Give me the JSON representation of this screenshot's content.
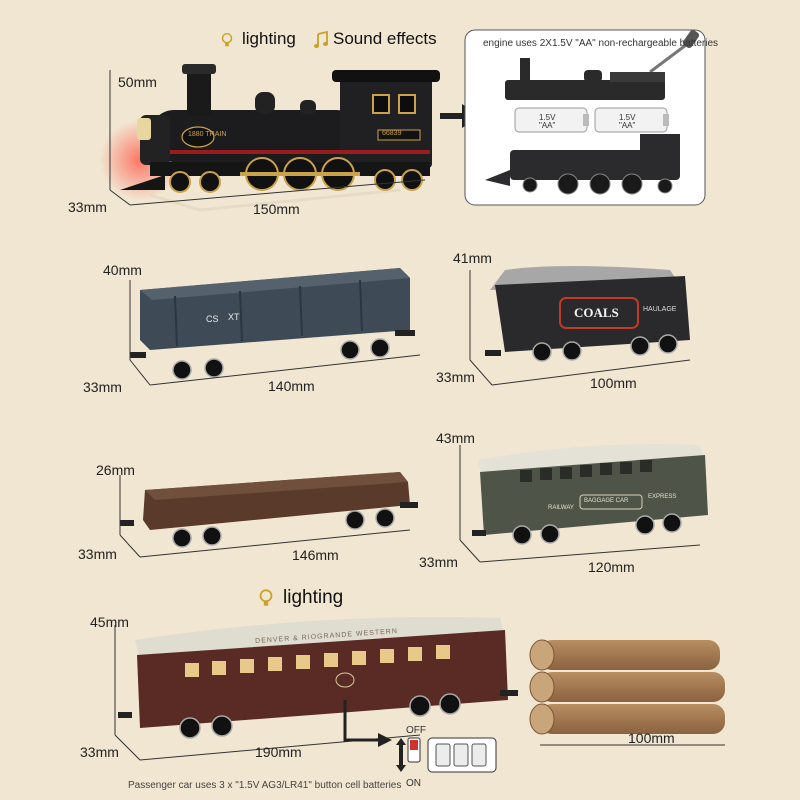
{
  "features": {
    "lighting": "lighting",
    "sound": "Sound effects",
    "lighting_lower": "lighting"
  },
  "battery_box": {
    "title": "engine uses 2X1.5V \"AA\" non-rechargeable batteries",
    "battery_voltage": "1.5V",
    "battery_type": "\"AA\""
  },
  "items": [
    {
      "name": "locomotive",
      "height": "50mm",
      "depth": "33mm",
      "length": "150mm",
      "markings": [
        "1880 TRAIN",
        "66839"
      ]
    },
    {
      "name": "gondola-car",
      "height": "40mm",
      "depth": "33mm",
      "length": "140mm",
      "markings": [
        "CS",
        "XT"
      ]
    },
    {
      "name": "coal-tender",
      "height": "41mm",
      "depth": "33mm",
      "length": "100mm",
      "markings": [
        "COALS",
        "HAULAGE"
      ]
    },
    {
      "name": "flat-car",
      "height": "26mm",
      "depth": "33mm",
      "length": "146mm"
    },
    {
      "name": "baggage-car",
      "height": "43mm",
      "depth": "33mm",
      "length": "120mm",
      "markings": [
        "RAILWAY",
        "BAGGAGE CAR",
        "EXPRESS"
      ]
    },
    {
      "name": "passenger-car",
      "height": "45mm",
      "depth": "33mm",
      "length": "190mm",
      "markings": [
        "DENVER & RIOGRANDE WESTERN"
      ]
    },
    {
      "name": "logs",
      "length": "100mm"
    }
  ],
  "switch": {
    "off": "OFF",
    "on": "ON"
  },
  "footer": "Passenger car uses 3 x \"1.5V AG3/LR41\" button cell batteries",
  "colors": {
    "background": "#f1e6d1",
    "locomotive": "#1c1c1e",
    "gondola": "#3e4b57",
    "tender": "#2a2a2c",
    "flatcar": "#5a3a2a",
    "baggage": "#4e5448",
    "passenger": "#5a2a24",
    "logs": "#9b7450"
  }
}
